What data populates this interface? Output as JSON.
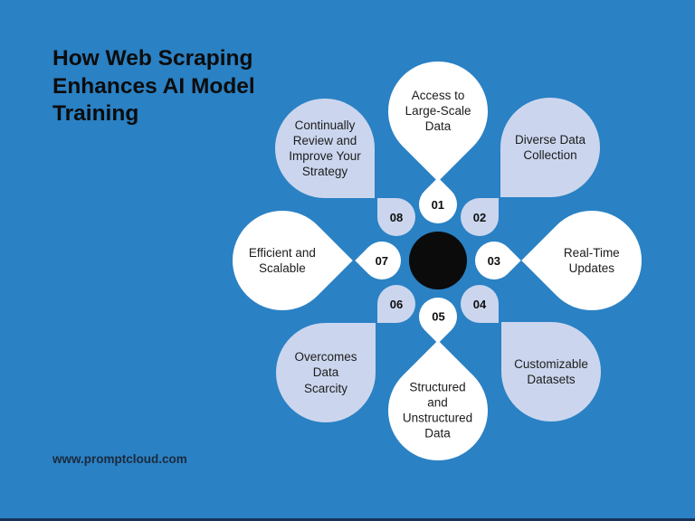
{
  "title": "How Web Scraping\nEnhances AI Model\nTraining",
  "footer": {
    "website": "www.promptcloud.com"
  },
  "colors": {
    "background": "#2A81C4",
    "petal_white": "#FFFFFF",
    "petal_lavender": "#CBD6EE",
    "center_dot": "#0B0B0B",
    "text_dark": "#1C1C1C",
    "bottom_bar": "#173459"
  },
  "diagram": {
    "type": "flower-petal-infographic",
    "center_icon": "black-filled-circle",
    "items": [
      {
        "number": "01",
        "label": "Access to\nLarge-Scale\nData"
      },
      {
        "number": "02",
        "label": "Diverse Data\nCollection"
      },
      {
        "number": "03",
        "label": "Real-Time\nUpdates"
      },
      {
        "number": "04",
        "label": "Customizable\nDatasets"
      },
      {
        "number": "05",
        "label": "Structured\nand\nUnstructured\nData"
      },
      {
        "number": "06",
        "label": "Overcomes\nData\nScarcity"
      },
      {
        "number": "07",
        "label": "Efficient and\nScalable"
      },
      {
        "number": "08",
        "label": "Continually\nReview and\nImprove Your\nStrategy"
      }
    ]
  }
}
